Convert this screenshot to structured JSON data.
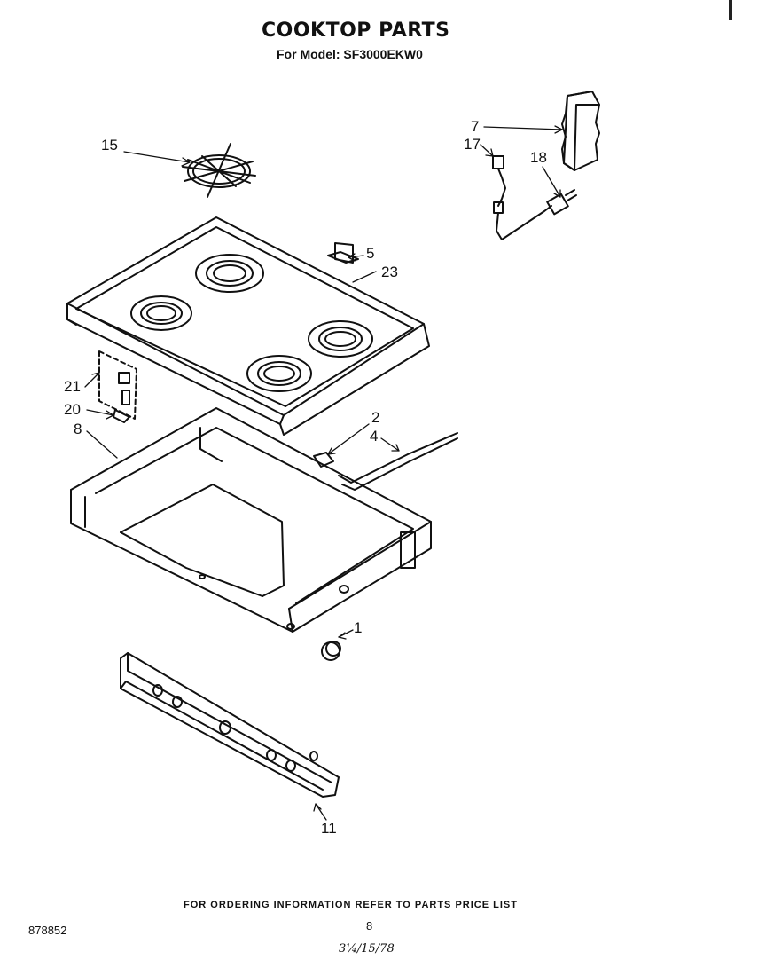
{
  "page": {
    "title": "COOKTOP PARTS",
    "model_line": "For Model: SF3000EKW0",
    "footer_note": "FOR ORDERING INFORMATION REFER TO PARTS PRICE LIST",
    "doc_number": "878852",
    "page_number": "8",
    "handwritten_note": "3¼/15/78"
  },
  "callouts": {
    "grate": "15",
    "bracket": "7",
    "switch": "17",
    "cord": "18",
    "clip": "5",
    "cooktop": "23",
    "igniter_assembly": "21",
    "igniter": "20",
    "burner_box": "8",
    "retainer": "2",
    "tube": "4",
    "plug_button": "1",
    "control_panel": "11"
  }
}
